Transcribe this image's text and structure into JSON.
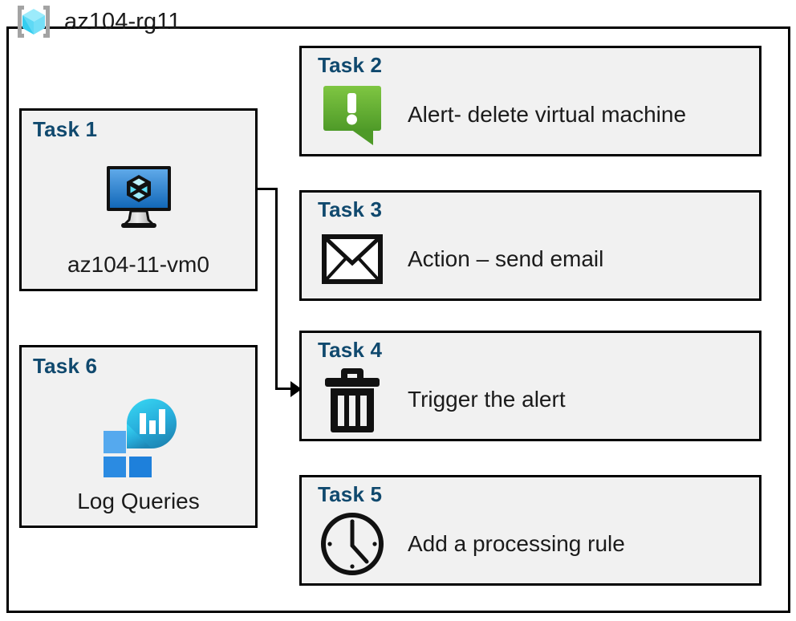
{
  "diagram": {
    "resource_group": {
      "name": "az104-rg11",
      "icon": "resource-group-cube-icon"
    },
    "colors": {
      "task_label": "#10496E",
      "box_fill": "#F1F1F1",
      "box_border": "#000000",
      "alert_green_light": "#79C142",
      "alert_green_dark": "#4E9A28",
      "vm_blue_light": "#5EA8E8",
      "vm_blue_dark": "#1266B5",
      "log_cyan": "#32D4F0",
      "log_blue": "#1B93D3",
      "log_tile_light": "#50A7EE",
      "log_tile_dark": "#2086DE",
      "rg_cube_cyan": "#8FE9FB",
      "rg_bracket_gray": "#A3A3A3"
    },
    "tasks": [
      {
        "id": "task1",
        "label": "Task 1",
        "caption": "az104-11-vm0",
        "icon": "virtual-machine-icon",
        "column": "left"
      },
      {
        "id": "task2",
        "label": "Task 2",
        "caption": "Alert- delete virtual machine",
        "icon": "alert-exclamation-icon",
        "column": "right"
      },
      {
        "id": "task3",
        "label": "Task 3",
        "caption": "Action – send email",
        "icon": "envelope-icon",
        "column": "right"
      },
      {
        "id": "task4",
        "label": "Task 4",
        "caption": "Trigger the alert",
        "icon": "trash-can-icon",
        "column": "right"
      },
      {
        "id": "task5",
        "label": "Task 5",
        "caption": "Add a processing rule",
        "icon": "clock-icon",
        "column": "right"
      },
      {
        "id": "task6",
        "label": "Task 6",
        "caption": "Log Queries",
        "icon": "log-analytics-icon",
        "column": "left"
      }
    ],
    "connector": {
      "from": "task1",
      "to": "task4",
      "arrow": "arrowhead-right-icon"
    }
  }
}
